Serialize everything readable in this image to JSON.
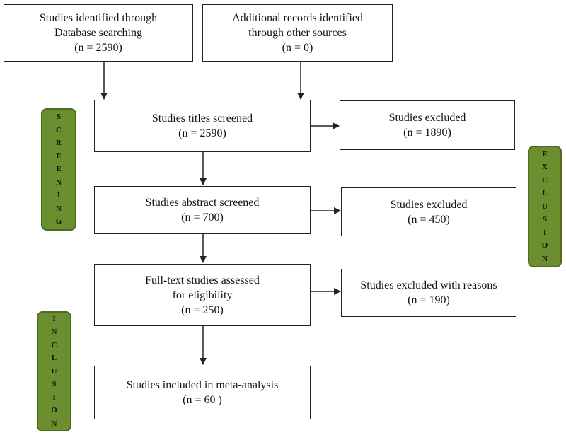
{
  "boxes": {
    "identified": [
      "Studies identified through",
      "Database searching",
      "(n = 2590)"
    ],
    "additional": [
      "Additional records identified",
      "through other sources",
      "(n = 0)"
    ],
    "titles": [
      "Studies titles screened",
      "(n = 2590)"
    ],
    "excluded1": [
      "Studies excluded",
      "(n = 1890)"
    ],
    "abstract": [
      "Studies abstract screened",
      "(n = 700)"
    ],
    "excluded2": [
      "Studies excluded",
      "(n = 450)"
    ],
    "fulltext": [
      "Full-text studies assessed",
      "for eligibility",
      "(n = 250)"
    ],
    "excluded3": [
      "Studies excluded with reasons",
      "(n = 190)"
    ],
    "included": [
      "Studies included in meta-analysis",
      "(n = 60 )"
    ]
  },
  "phases": {
    "screening": [
      "S",
      "C",
      "R",
      "E",
      "E",
      "N",
      "I",
      "N",
      "G"
    ],
    "exclusion": [
      "E",
      "X",
      "C",
      "L",
      "U",
      "S",
      "I",
      "O",
      "N"
    ],
    "inclusion": [
      "I",
      "N",
      "C",
      "L",
      "U",
      "S",
      "I",
      "O",
      "N"
    ]
  },
  "colors": {
    "phase_fill": "#6b8e2f",
    "phase_border": "#4f6b20",
    "line": "#222222"
  }
}
